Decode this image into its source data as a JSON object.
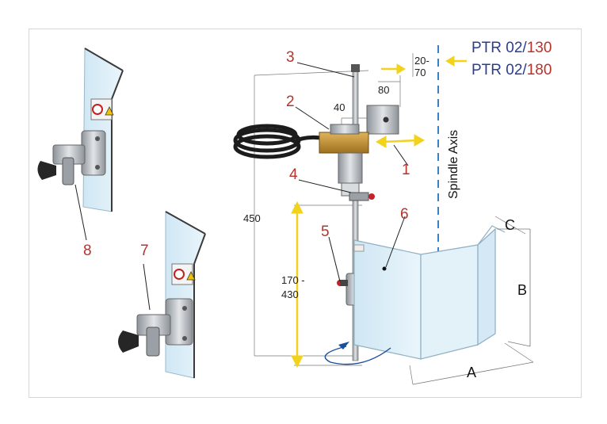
{
  "models": [
    {
      "prefix": "PTR 02/",
      "size": "130"
    },
    {
      "prefix": "PTR 02/",
      "size": "180"
    }
  ],
  "axis_label": "Spindle Axis",
  "callouts": [
    "1",
    "2",
    "3",
    "4",
    "5",
    "6",
    "7",
    "8"
  ],
  "dimensions": {
    "offset": "20-\n70",
    "arm_80": "80",
    "arm_40": "40",
    "height_450": "450",
    "range_line1": "170 -",
    "range_line2": "430",
    "A": "A",
    "B": "B",
    "C": "C"
  },
  "colors": {
    "callout": "#b8322a",
    "model_text": "#2b3d8f",
    "yellow_arrow": "#f2d21a",
    "axis_dash": "#3c7fc2",
    "shield_fill": "#d7ecf7",
    "brass": "#c9962b"
  }
}
